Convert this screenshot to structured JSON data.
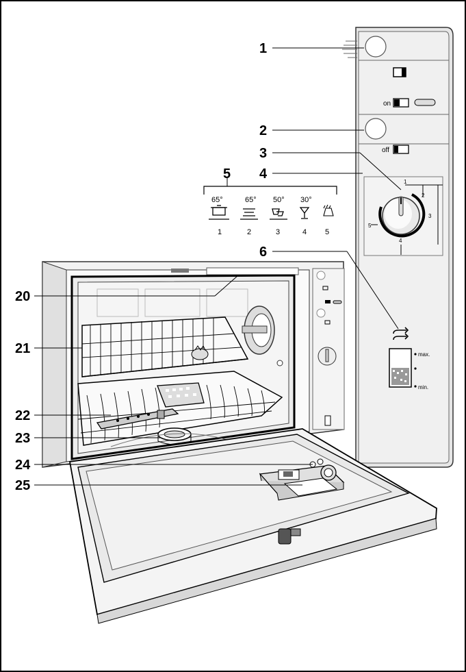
{
  "callouts": {
    "c1": "1",
    "c2": "2",
    "c3": "3",
    "c4": "4",
    "c5": "5",
    "c6": "6",
    "c20": "20",
    "c21": "21",
    "c22": "22",
    "c23": "23",
    "c24": "24",
    "c25": "25"
  },
  "control_panel": {
    "on_label": "on",
    "off_label": "off",
    "dial_marks": [
      "1",
      "2",
      "3",
      "4",
      "5"
    ],
    "salt_max_label": "max.",
    "salt_min_label": "min."
  },
  "programs": [
    {
      "temp": "65°",
      "number": "1",
      "icon": "pot-icon"
    },
    {
      "temp": "65°",
      "number": "2",
      "icon": "plates-icon"
    },
    {
      "temp": "50°",
      "number": "3",
      "icon": "cup-saucer-icon"
    },
    {
      "temp": "30°",
      "number": "4",
      "icon": "wine-glass-icon"
    },
    {
      "temp": "",
      "number": "5",
      "icon": "rinse-icon"
    }
  ]
}
